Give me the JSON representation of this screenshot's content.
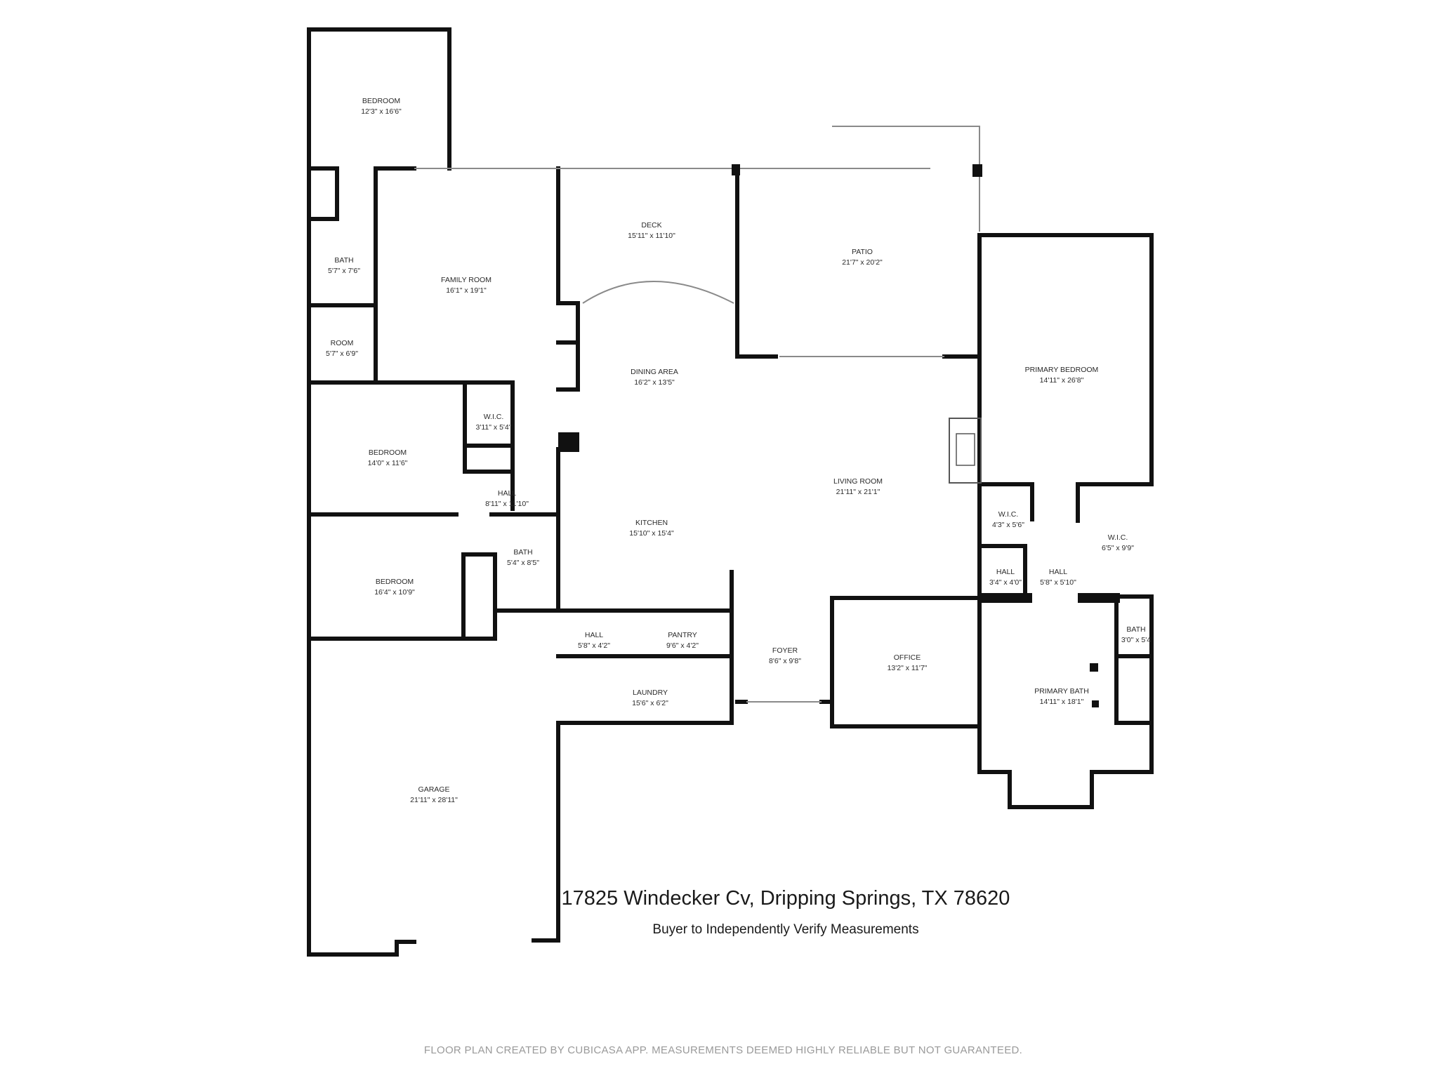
{
  "rooms": {
    "bedroom_top": {
      "name": "BEDROOM",
      "dims": "12'3\" x 16'6\""
    },
    "bath_1": {
      "name": "BATH",
      "dims": "5'7\" x 7'6\""
    },
    "room": {
      "name": "ROOM",
      "dims": "5'7\" x 6'9\""
    },
    "family_room": {
      "name": "FAMILY ROOM",
      "dims": "16'1\" x 19'1\""
    },
    "deck": {
      "name": "DECK",
      "dims": "15'11\" x 11'10\""
    },
    "patio": {
      "name": "PATIO",
      "dims": "21'7\" x 20'2\""
    },
    "primary_bedroom": {
      "name": "PRIMARY BEDROOM",
      "dims": "14'11\" x 26'8\""
    },
    "dining_area": {
      "name": "DINING AREA",
      "dims": "16'2\" x 13'5\""
    },
    "wic_1": {
      "name": "W.I.C.",
      "dims": "3'11\" x 5'4\""
    },
    "bedroom_mid": {
      "name": "BEDROOM",
      "dims": "14'0\" x 11'6\""
    },
    "hall_1": {
      "name": "HALL",
      "dims": "8'11\" x 11'10\""
    },
    "living_room": {
      "name": "LIVING ROOM",
      "dims": "21'11\" x 21'1\""
    },
    "wic_2": {
      "name": "W.I.C.",
      "dims": "4'3\" x 5'6\""
    },
    "wic_3": {
      "name": "W.I.C.",
      "dims": "6'5\" x 9'9\""
    },
    "kitchen": {
      "name": "KITCHEN",
      "dims": "15'10\" x 15'4\""
    },
    "bath_2": {
      "name": "BATH",
      "dims": "5'4\" x 8'5\""
    },
    "hall_2": {
      "name": "HALL",
      "dims": "3'4\" x 4'0\""
    },
    "hall_3": {
      "name": "HALL",
      "dims": "5'8\" x 5'10\""
    },
    "bedroom_low": {
      "name": "BEDROOM",
      "dims": "16'4\" x 10'9\""
    },
    "hall_4": {
      "name": "HALL",
      "dims": "5'8\" x 4'2\""
    },
    "pantry": {
      "name": "PANTRY",
      "dims": "9'6\" x 4'2\""
    },
    "bath_3": {
      "name": "BATH",
      "dims": "3'0\" x 5'4"
    },
    "foyer": {
      "name": "FOYER",
      "dims": "8'6\" x 9'8\""
    },
    "office": {
      "name": "OFFICE",
      "dims": "13'2\" x 11'7\""
    },
    "primary_bath": {
      "name": "PRIMARY BATH",
      "dims": "14'11\" x 18'1\""
    },
    "laundry": {
      "name": "LAUNDRY",
      "dims": "15'6\" x 6'2\""
    },
    "garage": {
      "name": "GARAGE",
      "dims": "21'11\" x 28'11\""
    }
  },
  "address": "17825 Windecker Cv, Dripping Springs, TX 78620",
  "disclaimer": "Buyer to Independently Verify Measurements",
  "credit": "FLOOR PLAN CREATED BY CUBICASA APP. MEASUREMENTS DEEMED HIGHLY RELIABLE BUT NOT GUARANTEED.",
  "colors": {
    "wall": "#111111",
    "thin_line": "#8a8a8a",
    "text": "#2a2a2a",
    "credit": "#9a9a9a"
  }
}
